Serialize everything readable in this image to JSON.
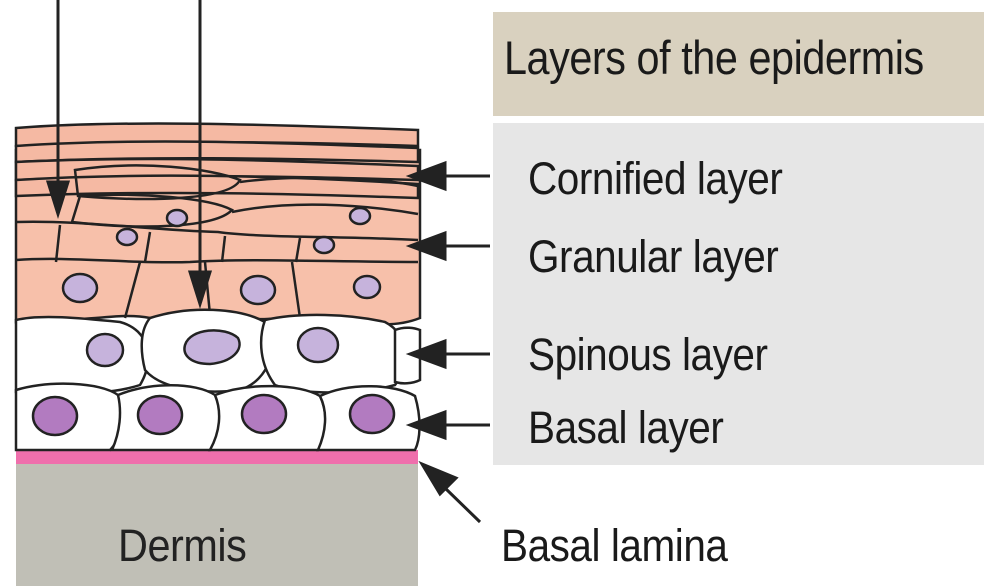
{
  "title": "Layers of the epidermis",
  "layers": [
    {
      "label": "Cornified layer"
    },
    {
      "label": "Granular layer"
    },
    {
      "label": "Spinous layer"
    },
    {
      "label": "Basal layer"
    }
  ],
  "dermis_label": "Dermis",
  "basal_lamina_label": "Basal lamina",
  "colors": {
    "title_box": "#d9d1bf",
    "legend_box": "#e6e6e6",
    "upper_cells": "#f7c0aa",
    "cornified": "#f5b9a3",
    "spinous_nucleus": "#c6b3dc",
    "basal_nucleus": "#b27bc0",
    "basal_lamina": "#ef6fac",
    "dermis": "#c0bfb6"
  }
}
